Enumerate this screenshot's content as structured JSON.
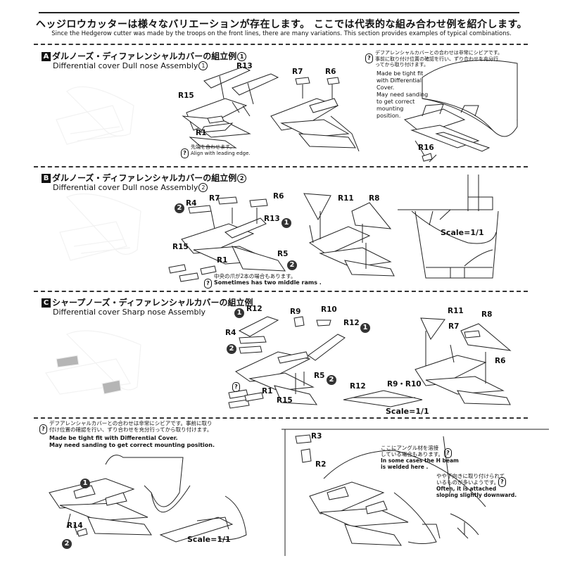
{
  "header": {
    "jp": "ヘッジロウカッターは様々なバリエーションが存在します。 ここでは代表的な組み合わせ例を紹介します。",
    "en": "Since the Hedgerow cutter was made by the troops on the front lines,  there are many variations.  This section provides examples of typical combinations."
  },
  "sectionA": {
    "letter": "A",
    "title_jp": "ダルノーズ・ディファレンシャルカバーの組立例",
    "title_en": "Differential cover Dull nose Assembly",
    "num": "1",
    "parts": {
      "r13": "R13",
      "r7": "R7",
      "r6": "R6",
      "r15": "R15",
      "r1": "R1",
      "r16": "R16"
    },
    "align_jp": "先端を合わせます。",
    "align_en": "Align with leading edge.",
    "fit_jp1": "デフアレンシャルカバーとの合わせは非常にシビアです。",
    "fit_jp2": "事前に取り付け位置の確認を行い、ずり合わせを充分行",
    "fit_jp3": "ってから取り付けます。",
    "fit_en1": "Made be tight fit",
    "fit_en2": "with Differential",
    "fit_en3": "Cover.",
    "fit_en4": "May need sanding",
    "fit_en5": "to get correct",
    "fit_en6": "mounting",
    "fit_en7": "position."
  },
  "sectionB": {
    "letter": "B",
    "title_jp": "ダルノーズ・ディファレンシャルカバーの組立例",
    "title_en": "Differential cover Dull nose Assembly",
    "num": "2",
    "parts": {
      "r4": "R4",
      "r7": "R7",
      "r6": "R6",
      "r13": "R13",
      "r15": "R15",
      "r5": "R5",
      "r1": "R1",
      "r11": "R11",
      "r8": "R8"
    },
    "steps": {
      "s2a": "2",
      "s1": "1",
      "s2b": "2"
    },
    "rams_jp": "中央の爪が2本の場合もあります。",
    "rams_en": "Sometimes has two middle rams .",
    "scale": "Scale=1/1"
  },
  "sectionC": {
    "letter": "C",
    "title_jp": "シャープノーズ・ディファレンシャルカバーの組立例",
    "title_en": "Differential cover Sharp nose Assembly",
    "parts": {
      "r12a": "R12",
      "r9": "R9",
      "r10": "R10",
      "r12b": "R12",
      "r4": "R4",
      "r5": "R5",
      "r1": "R1",
      "r15": "R15",
      "r11": "R11",
      "r8": "R8",
      "r7": "R7",
      "r6": "R6",
      "r12c": "R12",
      "r9r10": "R9・R10"
    },
    "steps": {
      "s1a": "1",
      "s1b": "1",
      "s2a": "2",
      "s2b": "2"
    },
    "scale": "Scale=1/1"
  },
  "sectionD": {
    "fit_jp1": "デフアレンシャルカバーとの合わせは非常にシビアです。事前に取り",
    "fit_jp2": "付け位置の確認を行い、ずり合わせを充分行ってから取り付けます。",
    "fit_en1": "Made be tight fit with Differential Cover.",
    "fit_en2": "May need sanding to get correct mounting position.",
    "parts": {
      "r14": "R14",
      "r3": "R3",
      "r2": "R2"
    },
    "steps": {
      "s1": "1",
      "s2": "2"
    },
    "scale": "Scale=1/1",
    "hbeam_jp1": "ここにアングル材を溶接",
    "hbeam_jp2": "している場合もあります。",
    "hbeam_en1": "In some cases the H beam",
    "hbeam_en2": "is welded here .",
    "slope_jp1": "やや下向きに取り付けられて",
    "slope_jp2": "いるものが多いようです。",
    "slope_en1": "Often, it is attached",
    "slope_en2": "sloping slightly downward."
  }
}
